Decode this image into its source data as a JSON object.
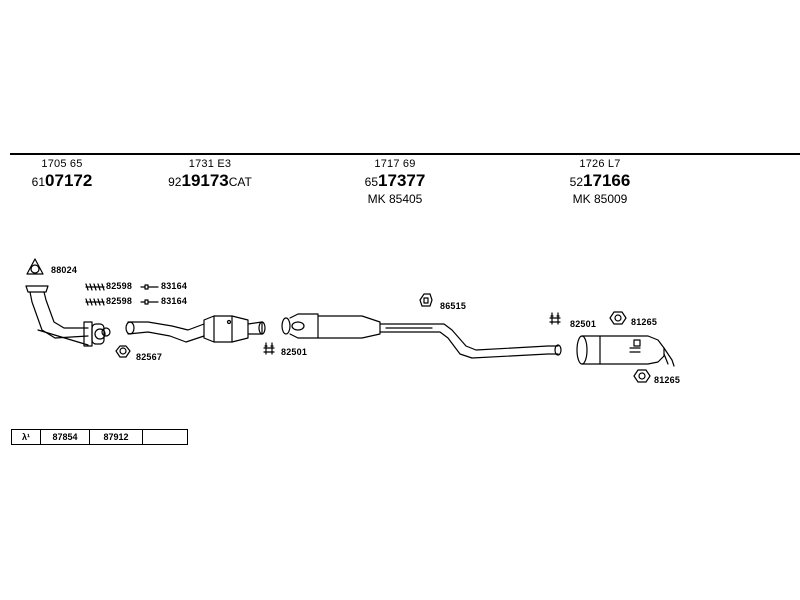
{
  "headers": [
    {
      "ref": "1705 65",
      "prefix": "61",
      "main": "07172",
      "suffix": "",
      "mk": ""
    },
    {
      "ref": "1731 E3",
      "prefix": "92",
      "main": "19173",
      "suffix": "CAT",
      "mk": ""
    },
    {
      "ref": "1717 69",
      "prefix": "65",
      "main": "17377",
      "suffix": "",
      "mk": "MK 85405"
    },
    {
      "ref": "1726 L7",
      "prefix": "52",
      "main": "17166",
      "suffix": "",
      "mk": "MK 85009"
    }
  ],
  "part_labels": {
    "gasket_88024": "88024",
    "clamp_82598_a": "82598",
    "clamp_82598_b": "82598",
    "bolt_83164_a": "83164",
    "bolt_83164_b": "83164",
    "ring_82567": "82567",
    "clamp_82501_a": "82501",
    "mount_86515": "86515",
    "clamp_82501_b": "82501",
    "mount_81265_a": "81265",
    "mount_81265_b": "81265"
  },
  "bottom_table": {
    "lambda": "λ¹",
    "part_a": "87854",
    "part_b": "87912",
    "empty": ""
  }
}
